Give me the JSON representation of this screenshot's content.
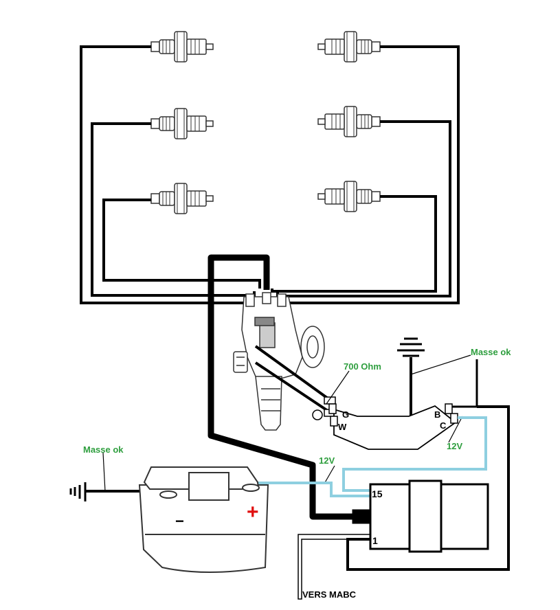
{
  "labels": {
    "masse_ok_battery": "Masse ok",
    "masse_ok_module": "Masse ok",
    "ohm": "700 Ohm",
    "v12_module": "12V",
    "v12_battery": "12V",
    "terminal_G": "G",
    "terminal_W": "W",
    "terminal_B": "B",
    "terminal_C": "C",
    "coil_15": "15",
    "coil_1": "1",
    "vers_mabc": "VERS MABC",
    "battery_plus": "+",
    "battery_minus": "−"
  },
  "colors": {
    "wire": "#000000",
    "wire_12v": "#8ecfe0",
    "label_green": "#2e9e3e",
    "plus_red": "#e01010"
  },
  "components": {
    "spark_plugs": 6,
    "icons": [
      "spark-plug-icon",
      "distributor-icon",
      "ignition-module-icon",
      "ignition-coil-icon",
      "battery-icon",
      "ground-symbol-icon"
    ]
  }
}
